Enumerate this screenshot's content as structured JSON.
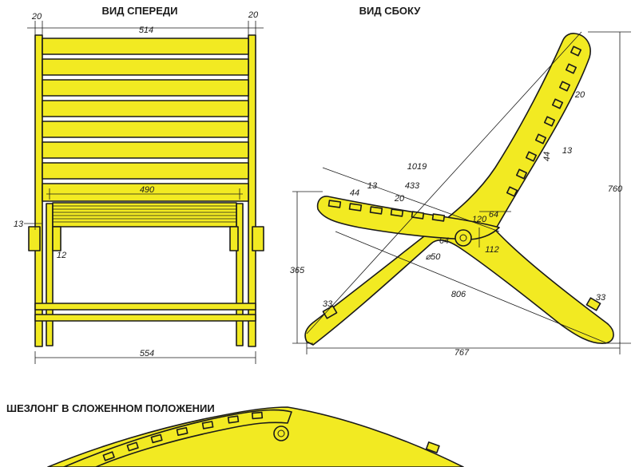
{
  "colors": {
    "wood": "#f2ea22",
    "ink": "#1a1a1a",
    "background": "#ffffff"
  },
  "front_view": {
    "title": "ВИД СПЕРЕДИ",
    "dims": {
      "left_post": "20",
      "top_width": "514",
      "right_post": "20",
      "seat_width": "490",
      "side_offset": "13",
      "side_depth": "12",
      "base_width": "554"
    }
  },
  "side_view": {
    "title": "ВИД СБОКУ",
    "dims": {
      "slat_gap_back": "20",
      "slat_width_back": "13",
      "slat_pitch_back": "44",
      "diag_back": "1019",
      "seat_run": "433",
      "slat_width_seat": "13",
      "slat_pitch_seat": "44",
      "slat_gap_seat": "20",
      "height": "760",
      "hinge_a": "120",
      "hinge_b": "64",
      "hinge_c": "64",
      "hinge_hole": "⌀50",
      "hinge_d": "112",
      "front_height": "365",
      "diag_seat": "806",
      "foot_left": "33",
      "foot_right": "33",
      "depth": "767"
    }
  },
  "folded_view": {
    "title": "ШЕЗЛОНГ В СЛОЖЕННОМ ПОЛОЖЕНИИ"
  }
}
